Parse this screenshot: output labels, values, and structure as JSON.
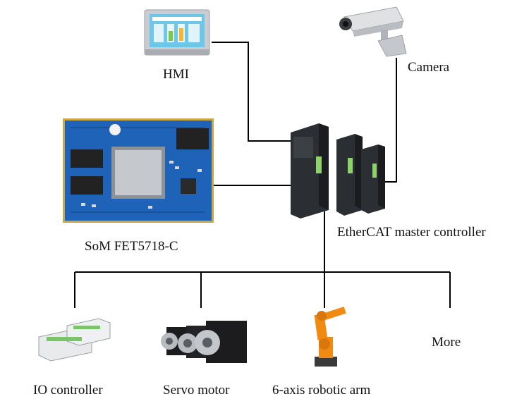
{
  "labels": {
    "hmi": "HMI",
    "camera": "Camera",
    "som": "SoM FET5718-C",
    "master": "EtherCAT master controller",
    "io": "IO controller",
    "servo": "Servo motor",
    "arm": "6-axis robotic arm",
    "more": "More"
  },
  "colors": {
    "line": "#000000",
    "pcb": "#1f63b8",
    "controller": "#2b2f33",
    "robot": "#f08a12"
  }
}
